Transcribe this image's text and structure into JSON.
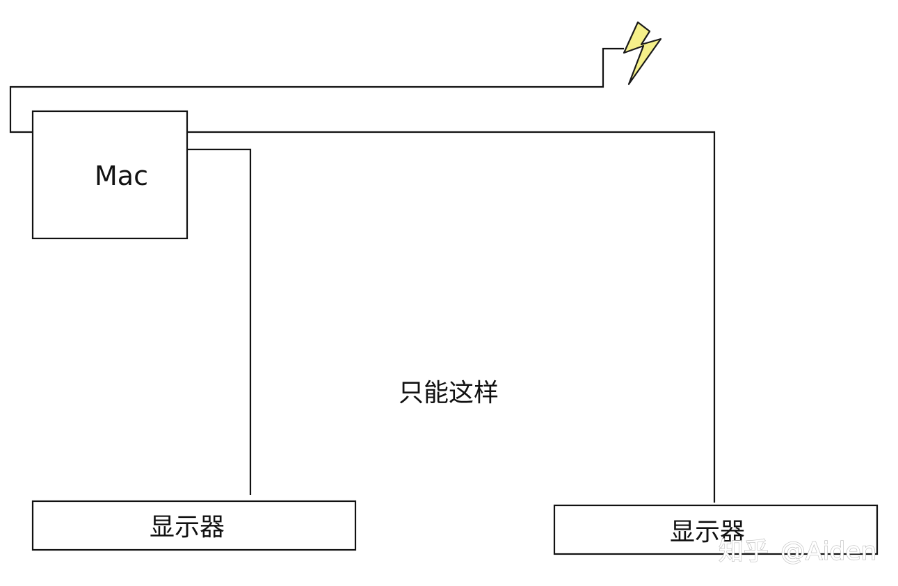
{
  "diagram": {
    "mac": {
      "label": "Mac"
    },
    "monitor_left": {
      "label": "显示器"
    },
    "monitor_right": {
      "label": "显示器"
    },
    "caption": "只能这样",
    "power_icon": "lightning-bolt-icon",
    "colors": {
      "line": "#111111",
      "bolt_fill": "#f5f08a",
      "bolt_stroke": "#1a1a1a",
      "watermark": "#bdbdbd"
    }
  },
  "watermark": {
    "brand": "知乎",
    "author": "@Aiden"
  }
}
